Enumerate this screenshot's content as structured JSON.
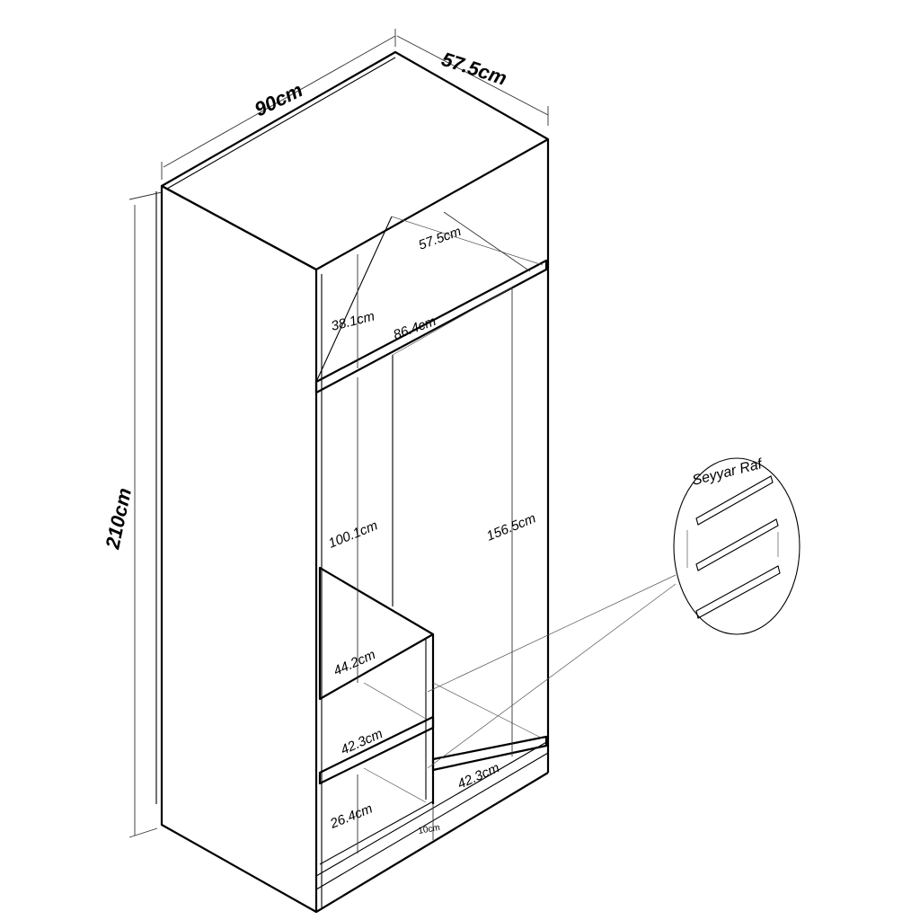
{
  "dimensions": {
    "width": "90cm",
    "depth": "57.5cm",
    "height": "210cm",
    "top_shelf_depth": "57.5cm",
    "top_compartment_height": "38.1cm",
    "shelf_width": "86.4cm",
    "middle_height": "100.1cm",
    "right_height": "156.5cm",
    "small_shelf_width": "44.2cm",
    "lower_shelf_width": "42.3cm",
    "bottom_right_width": "42.3cm",
    "bottom_compartment_height": "26.4cm",
    "plinth_height": "10cm"
  },
  "detail": {
    "title": "Seyyar Raf"
  }
}
